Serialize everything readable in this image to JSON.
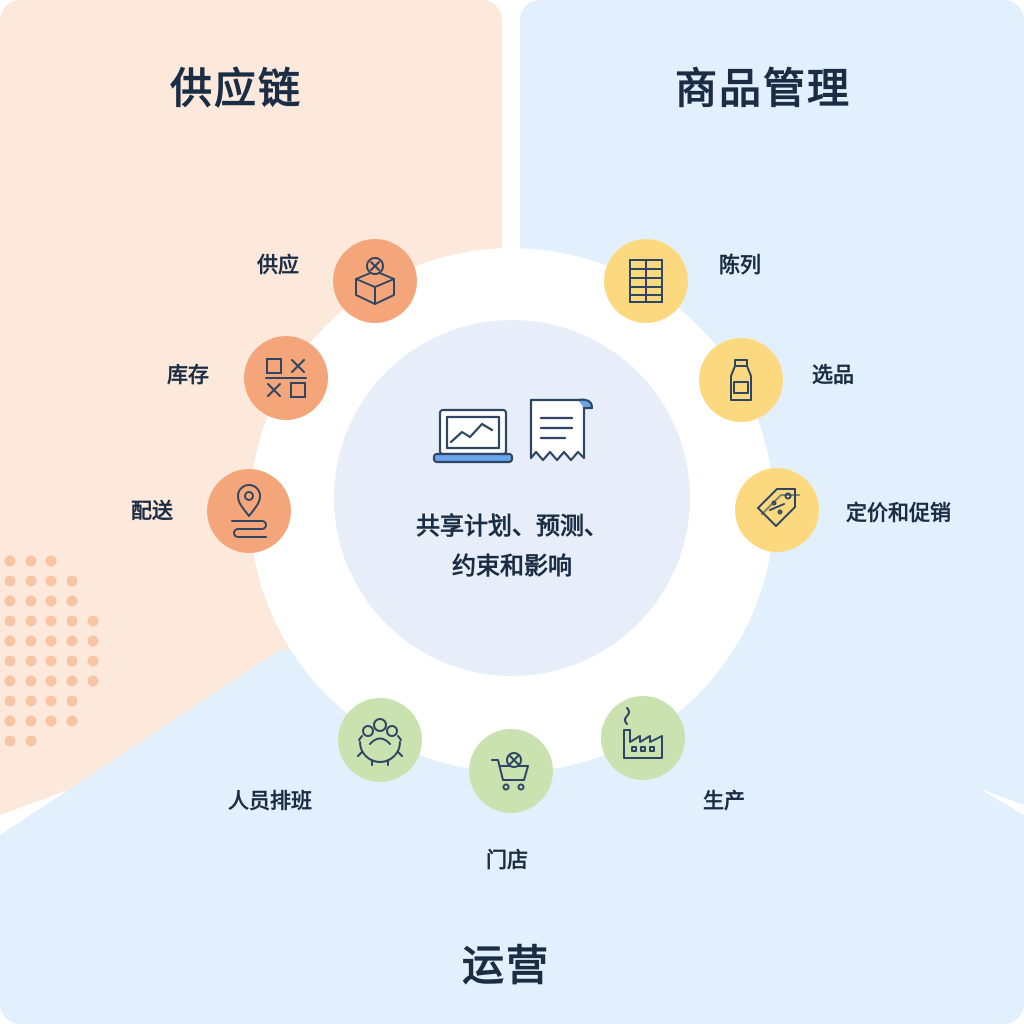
{
  "sections": {
    "supply_chain": "供应链",
    "product_management": "商品管理",
    "operations": "运营"
  },
  "center": {
    "line1": "共享计划、预测、",
    "line2": "约束和影响",
    "icons": [
      "laptop-chart-icon",
      "receipt-icon"
    ]
  },
  "nodes": [
    {
      "id": "supply",
      "label": "供应",
      "icon": "box-icon"
    },
    {
      "id": "inventory",
      "label": "库存",
      "icon": "inventory-grid-icon"
    },
    {
      "id": "delivery",
      "label": "配送",
      "icon": "location-route-icon"
    },
    {
      "id": "display",
      "label": "陈列",
      "icon": "shelf-icon"
    },
    {
      "id": "assortment",
      "label": "选品",
      "icon": "bottle-icon"
    },
    {
      "id": "pricing",
      "label": "定价和促销",
      "icon": "price-tag-icon"
    },
    {
      "id": "staffing",
      "label": "人员排班",
      "icon": "team-gear-icon"
    },
    {
      "id": "store",
      "label": "门店",
      "icon": "cart-icon"
    },
    {
      "id": "production",
      "label": "生产",
      "icon": "factory-icon"
    }
  ],
  "colors": {
    "supply_chain_bg": "#fde9dc",
    "product_bg": "#e2effd",
    "operations_bg": "#e2effd",
    "center_bg": "#e7eef9",
    "orange_node": "#f4a67a",
    "yellow_node": "#fcd97e",
    "green_node": "#c9e2b0",
    "dots": "#f7c5a4",
    "text": "#1b2d44",
    "icon_stroke": "#2e4663"
  }
}
